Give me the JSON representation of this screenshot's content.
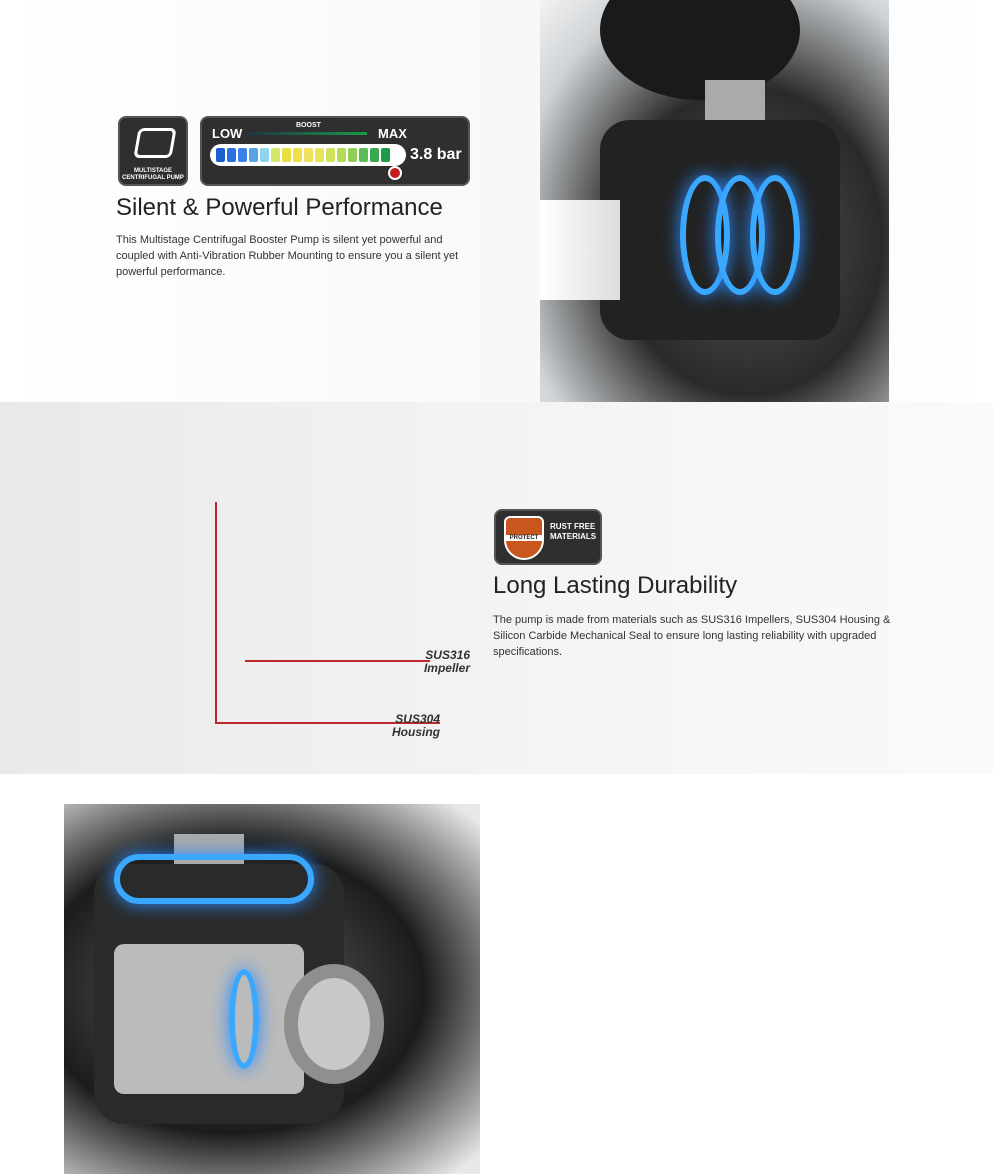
{
  "section1": {
    "icon_label": "MULTISTAGE CENTRIFUGAL PUMP",
    "gauge": {
      "low": "LOW",
      "boost": "BOOST",
      "max": "MAX",
      "value": "3.8 bar",
      "level_fraction": 0.95
    },
    "title": "Silent & Powerful Performance",
    "body": "This Multistage Centrifugal Booster Pump is silent yet powerful and coupled with Anti-Vibration Rubber Mounting to ensure you a silent yet powerful performance."
  },
  "section2": {
    "badge": {
      "shield_text": "PROTECT",
      "label": "RUST FREE MATERIALS"
    },
    "title": "Long Lasting Durability",
    "body": "The pump is made from materials such as SUS316 Impellers, SUS304 Housing & Silicon Carbide Mechanical Seal to ensure long lasting reliability with upgraded specifications.",
    "callouts": [
      {
        "line1": "SUS316",
        "line2": "Impeller"
      },
      {
        "line1": "SUS304",
        "line2": "Housing"
      }
    ]
  },
  "colors": {
    "accent_line": "#c0272d",
    "glow": "#3aa8ff"
  }
}
